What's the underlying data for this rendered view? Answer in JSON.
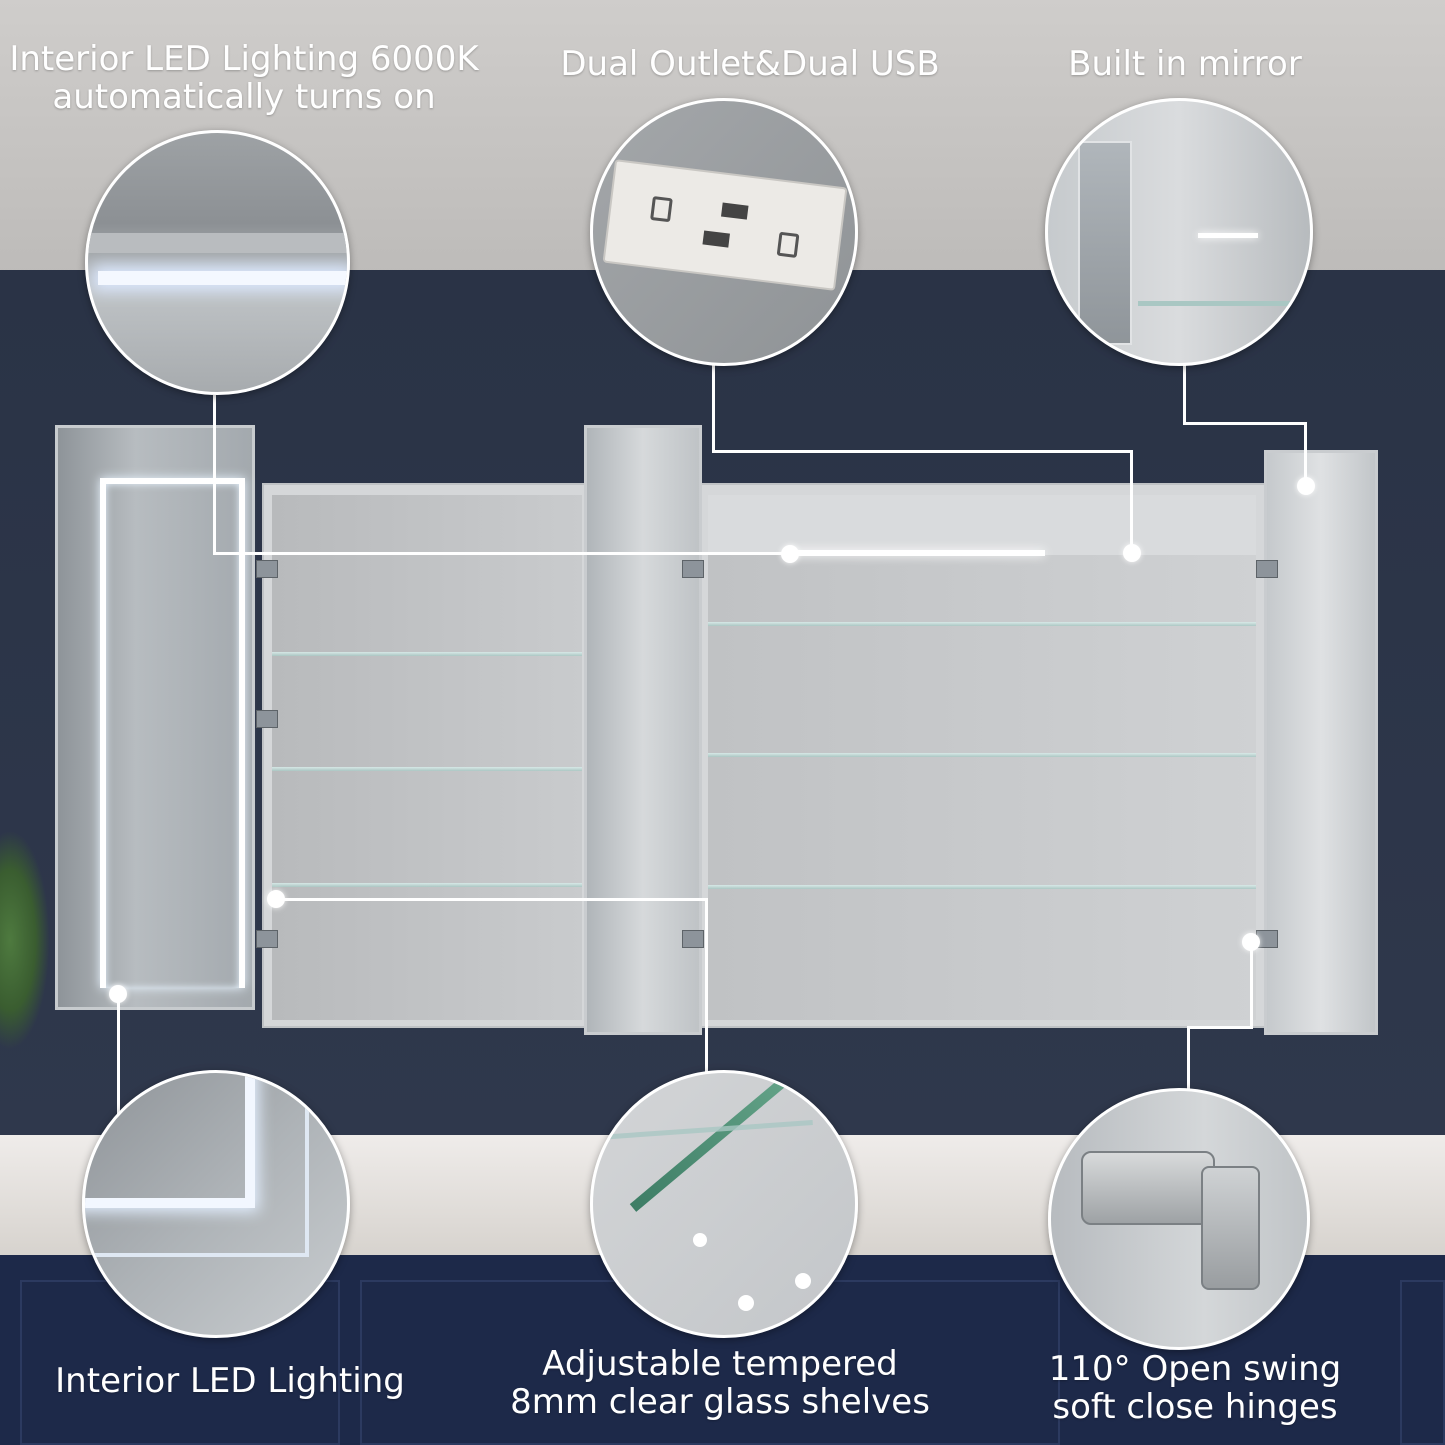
{
  "features": {
    "led_6000k": {
      "line1": "Interior LED Lighting 6000K",
      "line2": "automatically turns on",
      "icon": "led-strip-icon"
    },
    "outlet_usb": {
      "label": "Dual Outlet&Dual USB",
      "icon": "outlet-icon"
    },
    "mirror": {
      "label": "Built in mirror",
      "icon": "mirror-icon"
    },
    "led_interior": {
      "label": "Interior LED Lighting",
      "icon": "led-frame-icon"
    },
    "shelves": {
      "line1": "Adjustable tempered",
      "line2": "8mm clear glass shelves",
      "icon": "glass-shelf-icon"
    },
    "hinges": {
      "line1": "110° Open swing",
      "line2": "soft close hinges",
      "icon": "hinge-icon"
    }
  },
  "colors": {
    "wall": "#2b3447",
    "ceiling": "#c8c6c4",
    "cabinet_interior": "#bcbec0",
    "cabinet_frame": "#d7d9db",
    "vanity": "#1e2a4a",
    "countertop": "#e6e3df",
    "annotation": "#ffffff"
  }
}
